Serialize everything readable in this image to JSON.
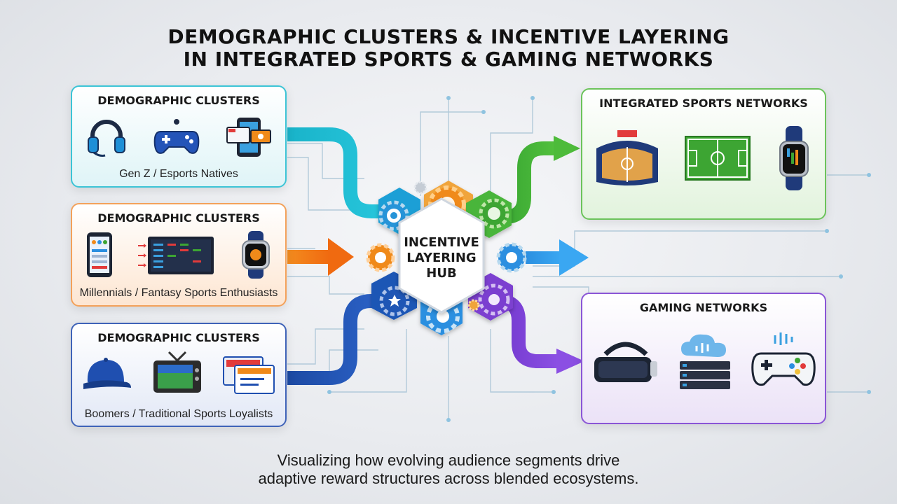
{
  "title": {
    "line1": "DEMOGRAPHIC CLUSTERS & INCENTIVE LAYERING",
    "line2": "IN INTEGRATED SPORTS & GAMING NETWORKS"
  },
  "clusters": [
    {
      "heading": "DEMOGRAPHIC CLUSTERS",
      "caption": "Gen Z / Esports Natives",
      "accent": "#1fb6c9",
      "icons": [
        "headset-icon",
        "gamepad-icon",
        "live-stream-phone-icon"
      ]
    },
    {
      "heading": "DEMOGRAPHIC CLUSTERS",
      "caption": "Millennials / Fantasy Sports Enthusiasts",
      "accent": "#f07a1a",
      "icons": [
        "smartphone-app-icon",
        "stats-board-icon",
        "smartwatch-icon"
      ]
    },
    {
      "heading": "DEMOGRAPHIC CLUSTERS",
      "caption": "Boomers / Traditional Sports Loyalists",
      "accent": "#1f4fa8",
      "icons": [
        "baseball-cap-icon",
        "retro-tv-icon",
        "ticket-icon"
      ]
    }
  ],
  "hub": {
    "line1": "INCENTIVE",
    "line2": "LAYERING",
    "line3": "HUB"
  },
  "networks": [
    {
      "heading": "INTEGRATED SPORTS NETWORKS",
      "accent": "#3aa83a",
      "icons": [
        "stadium-icon",
        "soccer-field-icon",
        "fitness-tracker-icon"
      ]
    },
    {
      "heading": "GAMING NETWORKS",
      "accent": "#7a3fd1",
      "icons": [
        "vr-headset-icon",
        "cloud-server-icon",
        "controller-icon"
      ]
    }
  ],
  "footer": {
    "line1": "Visualizing how evolving audience segments drive",
    "line2": "adaptive reward structures across blended ecosystems."
  }
}
